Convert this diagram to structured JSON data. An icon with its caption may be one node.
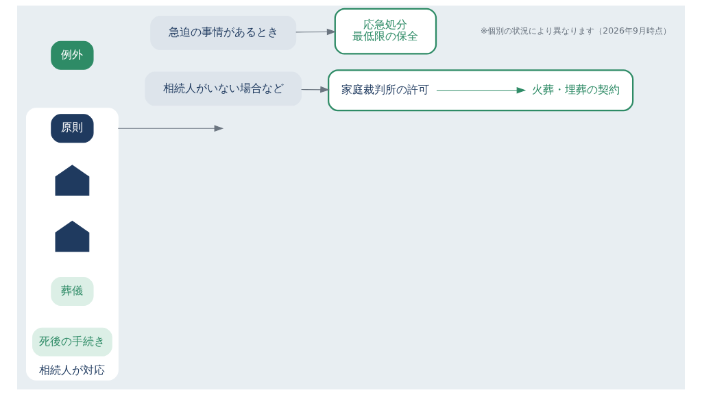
{
  "diagram": {
    "nodes": [
      {
        "text": [
          "相続人が対応"
        ]
      },
      {
        "text": [
          "原則"
        ],
        "in": 0
      },
      {
        "text": [],
        "shape": "person",
        "in": 0
      },
      {
        "text": [],
        "shape": "person",
        "in": 0
      },
      {
        "text": [
          "葬儀"
        ],
        "in": 0
      },
      {
        "text": [
          "死後の手続き"
        ],
        "in": 0
      },
      {
        "text": [
          "例外"
        ]
      },
      {
        "text": [
          "急迫の事情があるとき"
        ]
      },
      {
        "text": [
          "応急処分",
          "最低限の保全"
        ]
      },
      {
        "text": [
          "相続人がいない場合など"
        ]
      },
      {
        "text": [],
        "shape": "box"
      },
      {
        "text": [
          "家庭裁判所の許可"
        ],
        "in": 10
      },
      {
        "text": [
          "火葬・埋葬の契約"
        ],
        "in": 10
      }
    ],
    "edges": [
      {
        "from": 0,
        "to": null,
        "arrow": "to"
      },
      {
        "from": 7,
        "to": 8,
        "arrow": "to"
      },
      {
        "from": 9,
        "to": 10,
        "arrow": "to"
      },
      {
        "from": 11,
        "to": 12,
        "arrow": "to"
      }
    ],
    "labels": [
      "※個別の状況により異なります（2026年9月時点）"
    ]
  }
}
